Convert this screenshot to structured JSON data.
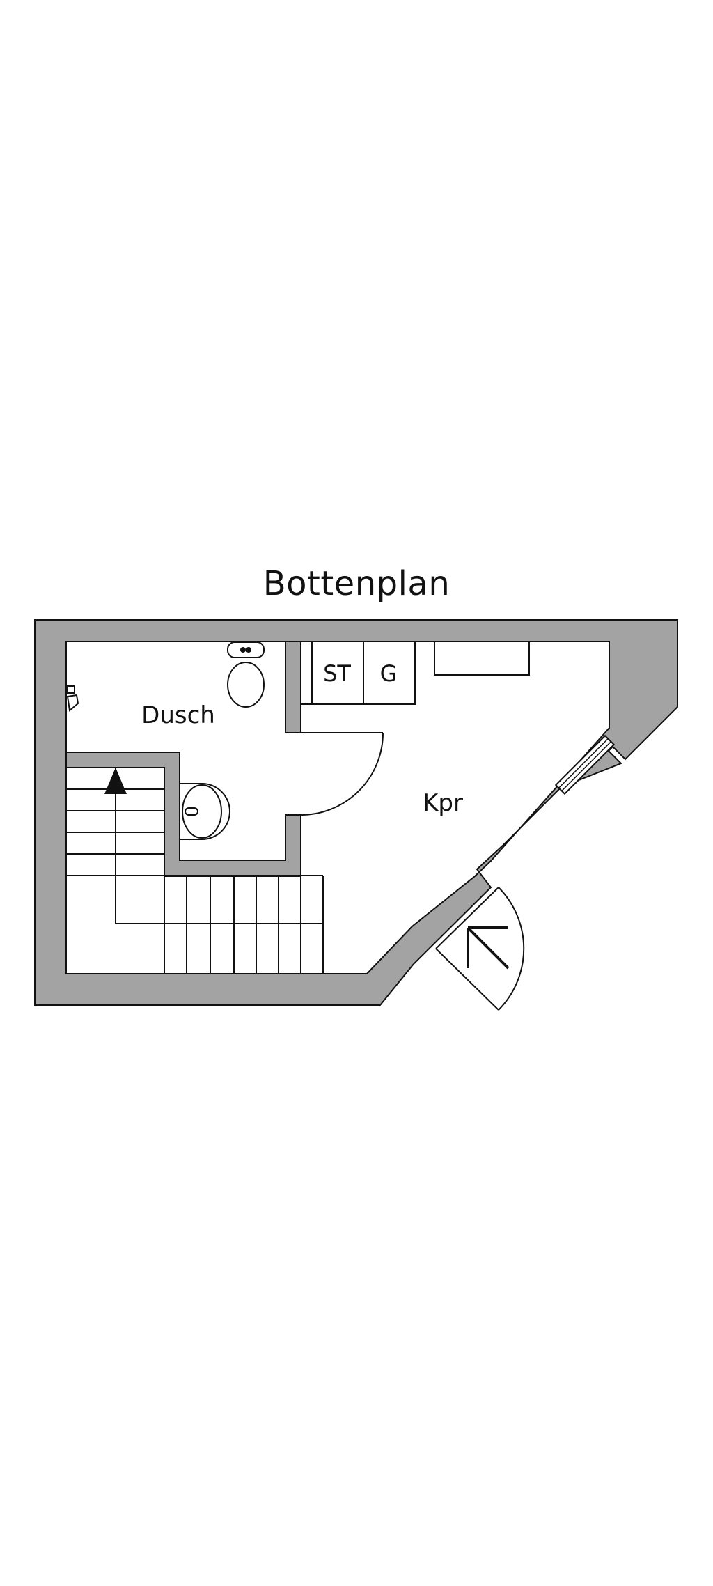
{
  "plan": {
    "title": "Bottenplan",
    "rooms": {
      "shower": "Dusch",
      "hall": "Kpr"
    },
    "fixtures": {
      "storage_cabinet": "ST",
      "wardrobe": "G"
    }
  },
  "colors": {
    "wall": "#a3a3a3",
    "line": "#111111",
    "background": "#ffffff"
  }
}
